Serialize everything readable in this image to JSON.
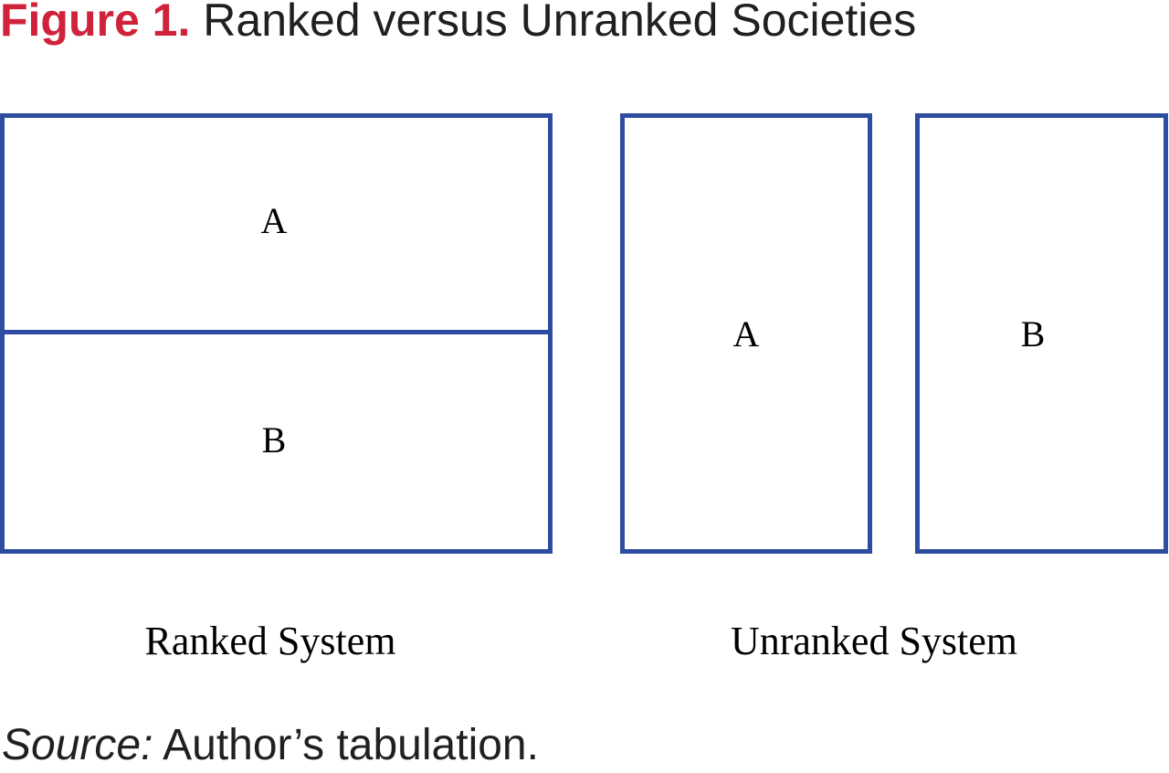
{
  "figure": {
    "label": "Figure 1.",
    "title": "Ranked versus Unranked Societies"
  },
  "ranked_system": {
    "label": "Ranked System",
    "top_cell": "A",
    "bottom_cell": "B"
  },
  "unranked_system": {
    "label": "Unranked System",
    "left_cell": "A",
    "right_cell": "B"
  },
  "source": {
    "label": "Source:",
    "text": "Author’s tabulation."
  },
  "colors": {
    "box_stroke": "#2e4da0",
    "figure_label": "#d0223a",
    "title_text": "#231f20"
  }
}
